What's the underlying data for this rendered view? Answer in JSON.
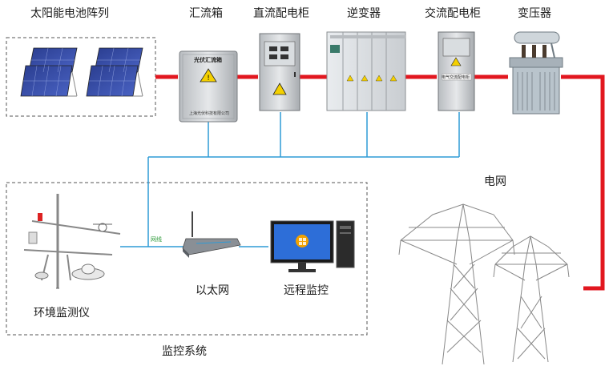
{
  "labels": {
    "pv_array": "太阳能电池阵列",
    "combiner_box": "汇流箱",
    "dc_cabinet": "直流配电柜",
    "inverter": "逆变器",
    "ac_cabinet": "交流配电柜",
    "transformer": "变压器",
    "grid": "电网",
    "env_monitor": "环境监测仪",
    "ethernet": "以太网",
    "remote_monitor": "远程监控",
    "monitor_system": "监控系统",
    "cable_tag": "网线"
  },
  "device_text": {
    "combiner_title": "光伏汇流箱",
    "combiner_maker": "上海光伏科技有限公司",
    "ac_cabinet_tag": "电气交流配电柜"
  },
  "colors": {
    "power_line": "#e2171f",
    "signal_line": "#2e9bd6",
    "dashed_box": "#555555"
  }
}
